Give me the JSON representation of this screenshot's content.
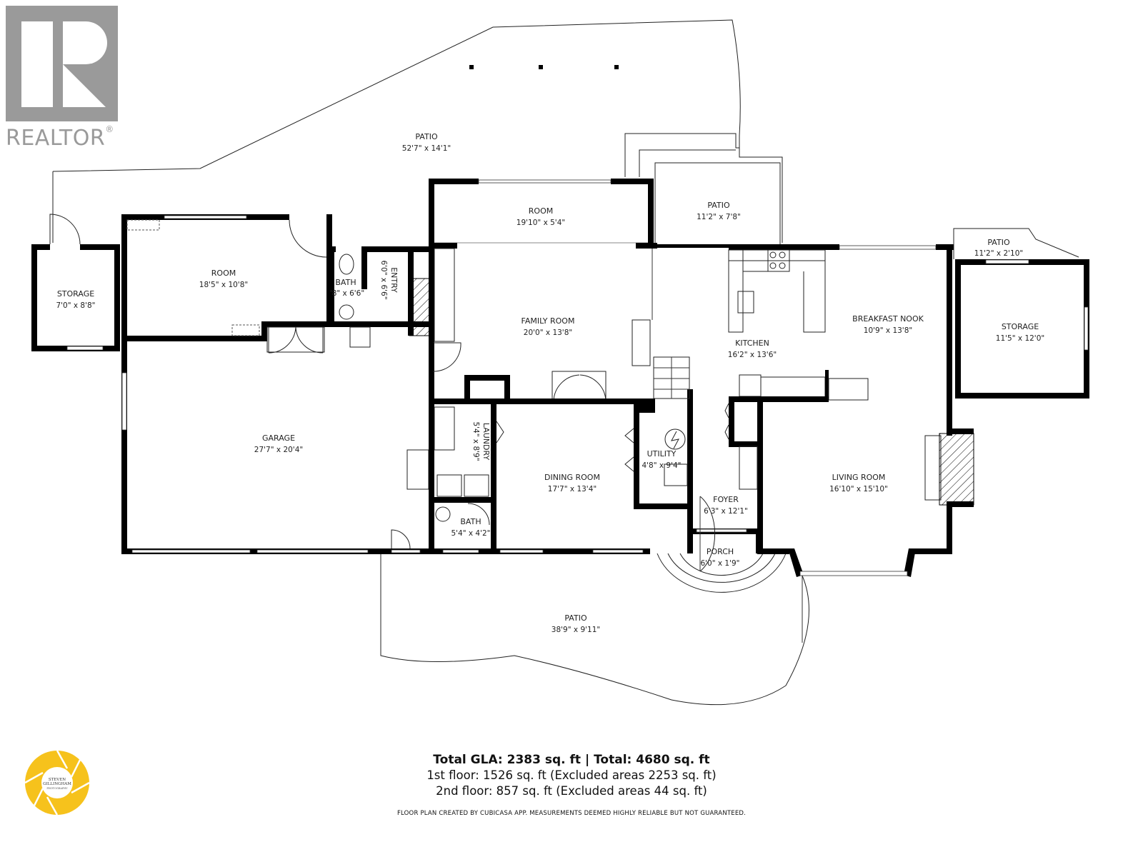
{
  "branding": {
    "realtor_wordmark": "REALTOR",
    "realtor_registered": "®",
    "photographer_line1": "STEVEN",
    "photographer_line2": "GILLINGHAM",
    "photographer_line3": "PHOTOGRAPHY",
    "photographer_color": "#F6C21C",
    "realtor_color": "#9A9A9A"
  },
  "rooms": {
    "patio_north": {
      "name": "PATIO",
      "dim": "52'7\" x 14'1\""
    },
    "room_north": {
      "name": "ROOM",
      "dim": "19'10\" x 5'4\""
    },
    "patio_ne": {
      "name": "PATIO",
      "dim": "11'2\" x 7'8\""
    },
    "patio_small": {
      "name": "PATIO",
      "dim": "11'2\" x 2'10\""
    },
    "storage_west": {
      "name": "STORAGE",
      "dim": "7'0\" x 8'8\""
    },
    "room_west": {
      "name": "ROOM",
      "dim": "18'5\" x 10'8\""
    },
    "bath_upper": {
      "name": "BATH",
      "dim": "'8\" x 6'6\""
    },
    "entry": {
      "name": "ENTRY",
      "dim": "6'0\" x 6'6\""
    },
    "family_room": {
      "name": "FAMILY ROOM",
      "dim": "20'0\" x 13'8\""
    },
    "kitchen": {
      "name": "KITCHEN",
      "dim": "16'2\" x 13'6\""
    },
    "breakfast_nook": {
      "name": "BREAKFAST NOOK",
      "dim": "10'9\" x 13'8\""
    },
    "storage_east": {
      "name": "STORAGE",
      "dim": "11'5\" x 12'0\""
    },
    "garage": {
      "name": "GARAGE",
      "dim": "27'7\" x 20'4\""
    },
    "laundry": {
      "name": "LAUNDRY",
      "dim": "5'4\" x 8'9\""
    },
    "dining_room": {
      "name": "DINING ROOM",
      "dim": "17'7\" x 13'4\""
    },
    "utility": {
      "name": "UTILITY",
      "dim": "4'8\" x 9'4\""
    },
    "living_room": {
      "name": "LIVING ROOM",
      "dim": "16'10\" x 15'10\""
    },
    "bath_lower": {
      "name": "BATH",
      "dim": "5'4\" x 4'2\""
    },
    "foyer": {
      "name": "FOYER",
      "dim": "6'3\" x 12'1\""
    },
    "porch": {
      "name": "PORCH",
      "dim": "6'0\" x 1'9\""
    },
    "patio_south": {
      "name": "PATIO",
      "dim": "38'9\" x 9'11\""
    }
  },
  "summary": {
    "total_line": "Total GLA: 2383 sq. ft | Total: 4680 sq. ft",
    "first_floor": "1st floor: 1526 sq. ft (Excluded areas 2253 sq. ft)",
    "second_floor": "2nd floor: 857 sq. ft (Excluded areas 44 sq. ft)"
  },
  "disclaimer": "FLOOR PLAN CREATED BY CUBICASA APP. MEASUREMENTS DEEMED HIGHLY RELIABLE BUT NOT GUARANTEED."
}
